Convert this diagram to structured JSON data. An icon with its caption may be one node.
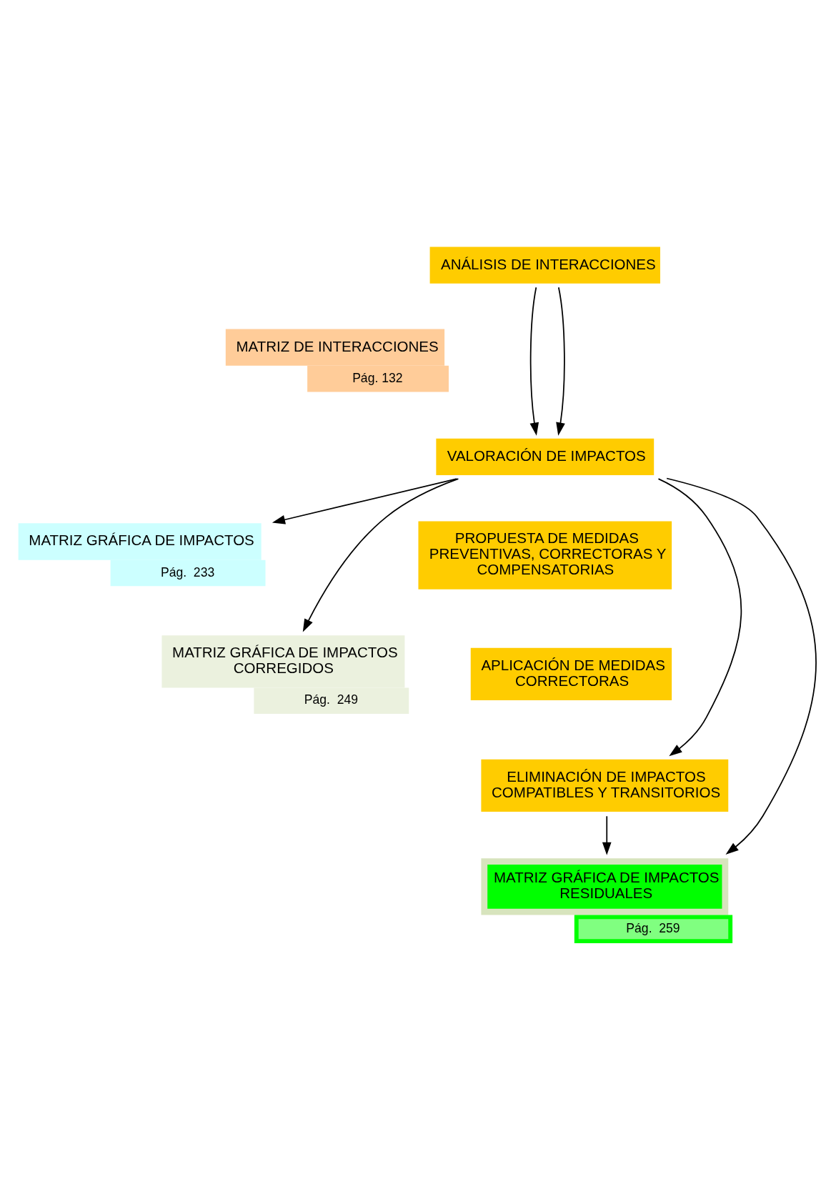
{
  "diagram": {
    "nodes": [
      {
        "text": [
          "ANÁLISIS DE INTERACCIONES"
        ]
      },
      {
        "text": [
          "MATRIZ DE INTERACCIONES"
        ],
        "beside": [
          "Pág. 132"
        ]
      },
      {
        "text": [
          "VALORACIÓN DE IMPACTOS"
        ]
      },
      {
        "text": [
          "MATRIZ GRÁFICA DE IMPACTOS"
        ],
        "beside": [
          "Pág.  233"
        ]
      },
      {
        "text": [
          "PROPUESTA DE MEDIDAS PREVENTIVAS, CORRECTORAS Y COMPENSATORIAS"
        ]
      },
      {
        "text": [
          "APLICACIÓN DE MEDIDAS CORRECTORAS"
        ]
      },
      {
        "text": [
          "MATRIZ GRÁFICA DE IMPACTOS CORREGIDOS"
        ],
        "beside": [
          "Pág.  249"
        ]
      },
      {
        "text": [
          "ELIMINACIÓN DE IMPACTOS COMPATIBLES Y TRANSITORIOS"
        ]
      },
      {
        "text": [
          "MATRIZ GRÁFICA DE IMPACTOS RESIDUALES"
        ],
        "beside": [
          "Pág.  259"
        ]
      }
    ],
    "edges": [
      {
        "from": 0,
        "to": 2,
        "arrow": "to"
      },
      {
        "from": 0,
        "to": 2,
        "arrow": "to"
      },
      {
        "from": 2,
        "to": 3,
        "arrow": "to"
      },
      {
        "from": 2,
        "to": 6,
        "arrow": "to"
      },
      {
        "from": 2,
        "to": 7,
        "arrow": "to"
      },
      {
        "from": 2,
        "to": 8,
        "arrow": "to"
      },
      {
        "from": 7,
        "to": 8,
        "arrow": "to"
      }
    ]
  }
}
